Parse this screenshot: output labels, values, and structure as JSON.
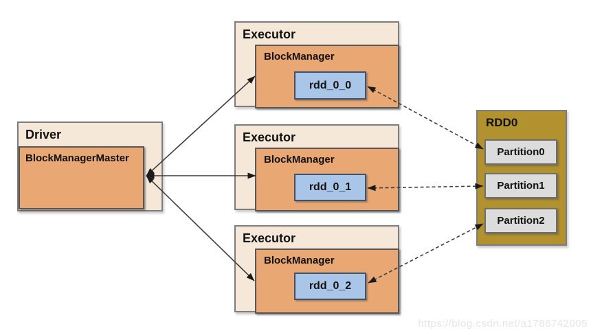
{
  "colors": {
    "box_fill_light": "#f6e8d8",
    "box_fill_orange": "#e9a873",
    "block_fill_blue": "#a9c6e8",
    "rdd_fill_gold": "#b2922f",
    "partition_fill_gray": "#dcdcdc",
    "line_color": "#3c3c3c",
    "watermark_color": "#e6e6e6"
  },
  "nodes": {
    "driver": {
      "label": "Driver",
      "inner_label": "BlockManagerMaster"
    },
    "executors": [
      {
        "label": "Executor",
        "inner_label": "BlockManager",
        "block": "rdd_0_0"
      },
      {
        "label": "Executor",
        "inner_label": "BlockManager",
        "block": "rdd_0_1"
      },
      {
        "label": "Executor",
        "inner_label": "BlockManager",
        "block": "rdd_0_2"
      }
    ],
    "rdd": {
      "label": "RDD0",
      "partitions": [
        {
          "label": "Partition0"
        },
        {
          "label": "Partition1"
        },
        {
          "label": "Partition2"
        }
      ]
    }
  },
  "edges": [
    {
      "from": "blockmanagermaster",
      "to": "blockmanager-0",
      "line": "solid",
      "arrows": "both"
    },
    {
      "from": "blockmanagermaster",
      "to": "blockmanager-1",
      "line": "solid",
      "arrows": "both"
    },
    {
      "from": "blockmanagermaster",
      "to": "blockmanager-2",
      "line": "solid",
      "arrows": "both"
    },
    {
      "from": "rdd_0_0",
      "to": "partition0",
      "line": "dashed",
      "arrows": "both"
    },
    {
      "from": "rdd_0_1",
      "to": "partition1",
      "line": "dashed",
      "arrows": "both"
    },
    {
      "from": "rdd_0_2",
      "to": "partition2",
      "line": "dashed",
      "arrows": "both"
    }
  ],
  "watermark": {
    "text": "https://blog.csdn.net/a1786742005"
  }
}
